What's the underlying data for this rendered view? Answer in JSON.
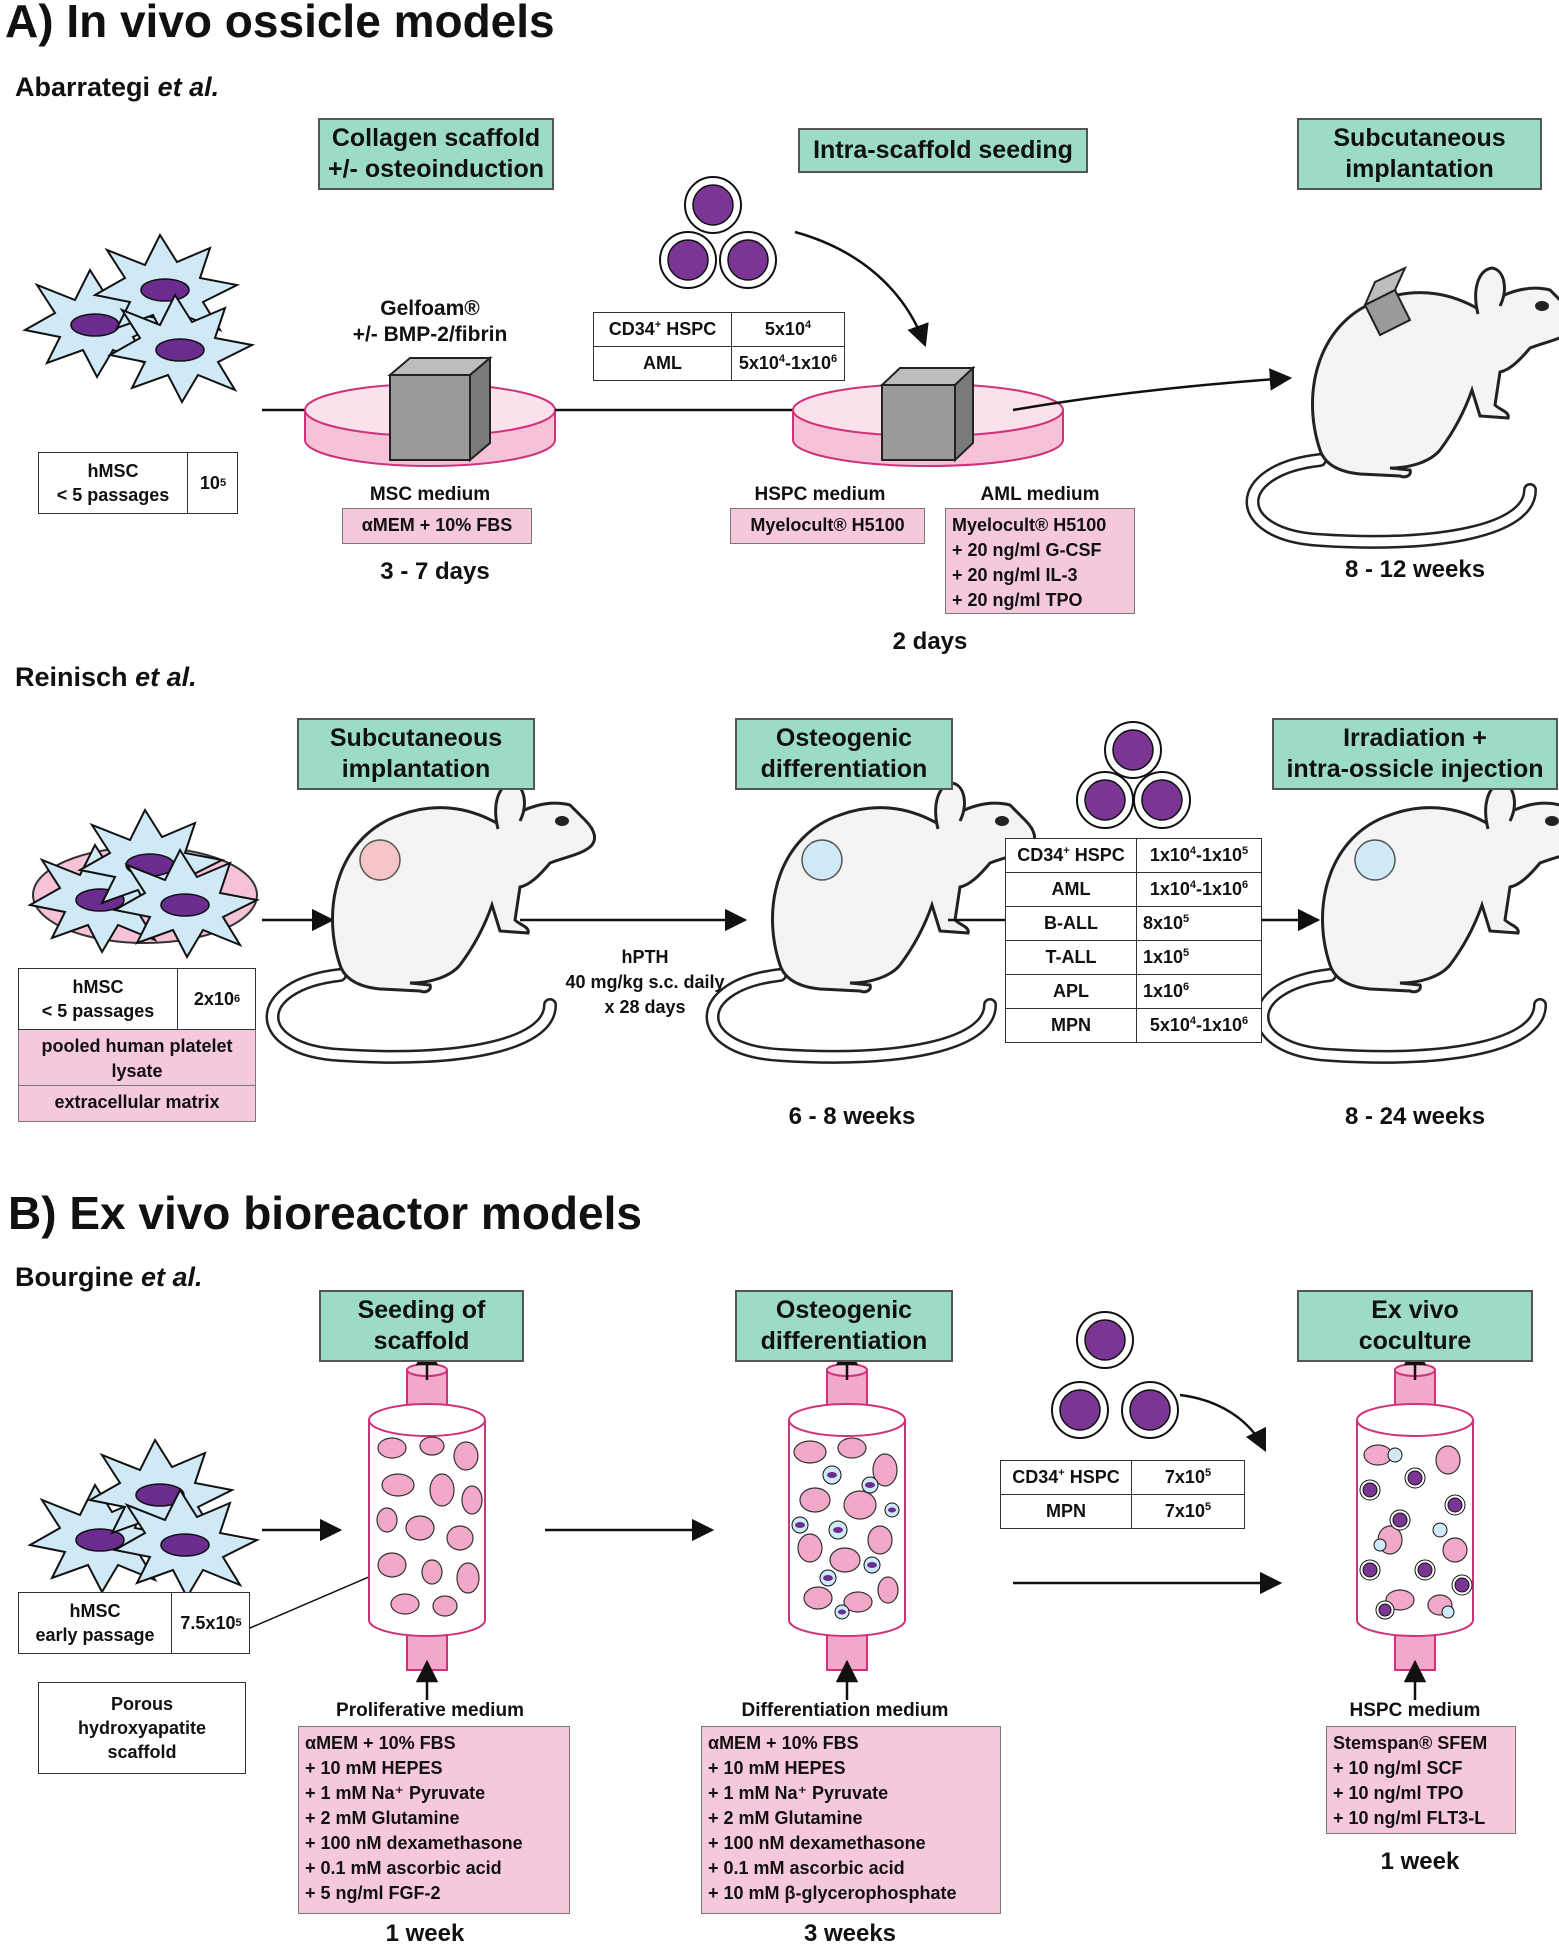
{
  "colors": {
    "label_bg": "#9ddcc4",
    "medium_bg": "#f6c8dc",
    "cell_blue": "#cfe9f7",
    "nucleus": "#6a2c8e",
    "dish": "#f5c2d8",
    "bioreactor": "#f2a8c8"
  },
  "section_a": {
    "title": "A) In vivo ossicle models"
  },
  "abarrategi": {
    "study_name": "Abarrategi",
    "study_suffix": "et al.",
    "label_scaffold": [
      "Collagen scaffold",
      "+/- osteoinduction"
    ],
    "label_seeding": "Intra-scaffold seeding",
    "label_implant": [
      "Subcutaneous",
      "implantation"
    ],
    "gelfoam": [
      "Gelfoam®",
      "+/- BMP-2/fibrin"
    ],
    "hmsc_cell": [
      "hMSC",
      "< 5 passages"
    ],
    "hmsc_num": "10",
    "hmsc_exp": "5",
    "seed_table": [
      [
        "CD34",
        "+",
        " HSPC",
        "5x10",
        "4",
        ""
      ],
      [
        "AML",
        "",
        "",
        "5x10",
        "4",
        "-1x10",
        "6"
      ]
    ],
    "msc_medium_title": "MSC medium",
    "msc_medium": "αMEM + 10% FBS",
    "hspc_medium_title": "HSPC medium",
    "hspc_medium": "Myelocult® H5100",
    "aml_medium_title": "AML medium",
    "aml_medium": [
      "Myelocult® H5100",
      "+ 20 ng/ml G-CSF",
      "+ 20 ng/ml IL-3",
      "+ 20 ng/ml TPO"
    ],
    "dur_1": "3 - 7 days",
    "dur_2": "2 days",
    "dur_3": "8 - 12 weeks"
  },
  "reinisch": {
    "study_name": "Reinisch",
    "study_suffix": "et al.",
    "label_implant": [
      "Subcutaneous",
      "implantation"
    ],
    "label_osteo": [
      "Osteogenic",
      "differentiation"
    ],
    "label_irr": [
      "Irradiation +",
      "intra-ossicle injection"
    ],
    "hmsc_cell": [
      "hMSC",
      "< 5 passages"
    ],
    "hmsc_num": "2x10",
    "hmsc_exp": "6",
    "lysate": [
      "pooled human platelet",
      "lysate"
    ],
    "ecm": "extracellular matrix",
    "pth": [
      "hPTH",
      "40 mg/kg s.c. daily",
      "x 28 days"
    ],
    "inj_rows": [
      {
        "name": "CD34",
        "sup": "+",
        "name2": " HSPC",
        "val": "1x10",
        "e1": "4",
        "val2": "-1x10",
        "e2": "5"
      },
      {
        "name": "AML",
        "sup": "",
        "name2": "",
        "val": "1x10",
        "e1": "4",
        "val2": "-1x10",
        "e2": "6"
      },
      {
        "name": "B-ALL",
        "sup": "",
        "name2": "",
        "val": "8x10",
        "e1": "5",
        "val2": "",
        "e2": ""
      },
      {
        "name": "T-ALL",
        "sup": "",
        "name2": "",
        "val": "1x10",
        "e1": "5",
        "val2": "",
        "e2": ""
      },
      {
        "name": "APL",
        "sup": "",
        "name2": "",
        "val": "1x10",
        "e1": "6",
        "val2": "",
        "e2": ""
      },
      {
        "name": "MPN",
        "sup": "",
        "name2": "",
        "val": "5x10",
        "e1": "4",
        "val2": "-1x10",
        "e2": "6"
      }
    ],
    "dur_1": "6 - 8 weeks",
    "dur_2": "8 - 24 weeks"
  },
  "section_b": {
    "title": "B) Ex vivo bioreactor models"
  },
  "bourgine": {
    "study_name": "Bourgine",
    "study_suffix": "et al.",
    "label_seed": [
      "Seeding of",
      "scaffold"
    ],
    "label_osteo": [
      "Osteogenic",
      "differentiation"
    ],
    "label_cocult": [
      "Ex vivo",
      "coculture"
    ],
    "hmsc_cell": [
      "hMSC",
      "early passage"
    ],
    "hmsc_num": "7.5x10",
    "hmsc_exp": "5",
    "scaffold": [
      "Porous",
      "hydroxyapatite",
      "scaffold"
    ],
    "prolif_title": "Proliferative medium",
    "prolif": [
      "αMEM + 10% FBS",
      "+ 10 mM HEPES",
      "+ 1 mM Na⁺ Pyruvate",
      "+ 2 mM Glutamine",
      "+ 100 nM dexamethasone",
      "+ 0.1 mM ascorbic acid",
      "+ 5 ng/ml FGF-2"
    ],
    "diff_title": "Differentiation medium",
    "diff": [
      "αMEM + 10% FBS",
      "+ 10 mM HEPES",
      "+ 1 mM Na⁺ Pyruvate",
      "+ 2 mM Glutamine",
      "+ 100 nM dexamethasone",
      "+ 0.1 mM ascorbic acid",
      "+ 10 mM β-glycerophosphate"
    ],
    "cocult_table": [
      {
        "name": "CD34",
        "sup": "+",
        "name2": " HSPC",
        "val": "7x10",
        "e1": "5"
      },
      {
        "name": "MPN",
        "sup": "",
        "name2": "",
        "val": "7x10",
        "e1": "5"
      }
    ],
    "hspc_title": "HSPC medium",
    "hspc": [
      "Stemspan® SFEM",
      "+ 10 ng/ml SCF",
      "+ 10 ng/ml TPO",
      "+ 10 ng/ml FLT3-L"
    ],
    "dur_1": "1 week",
    "dur_2": "3 weeks",
    "dur_3": "1 week"
  }
}
